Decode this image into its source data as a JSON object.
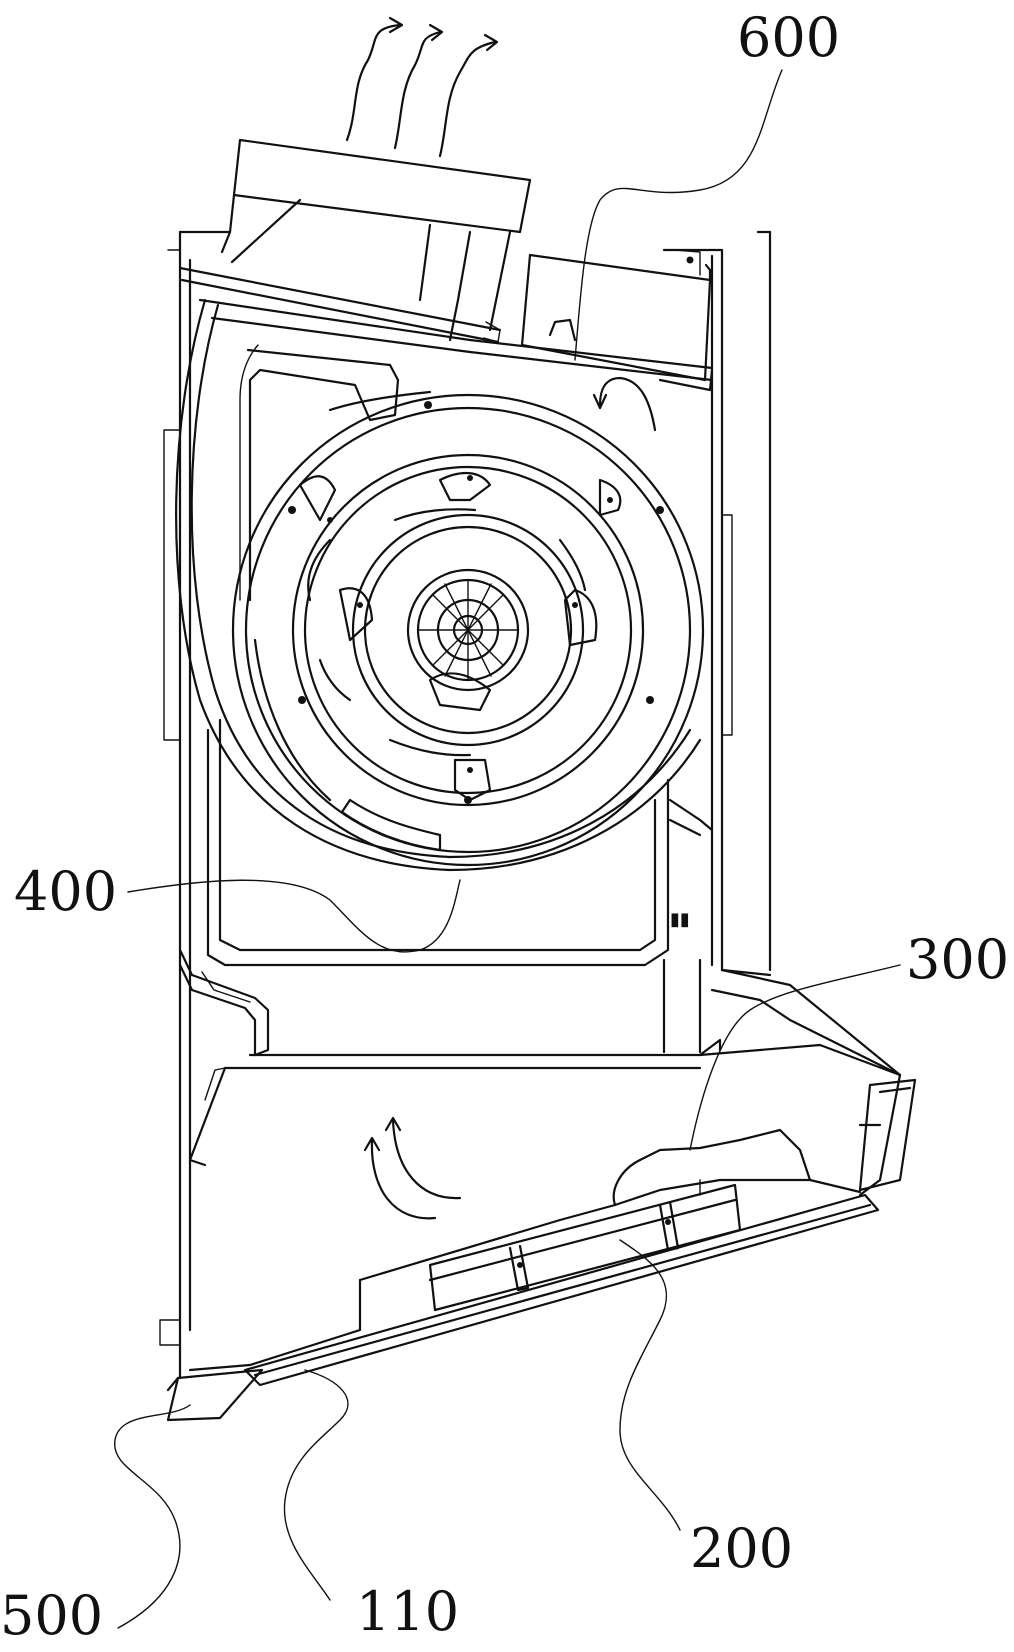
{
  "labels": {
    "l600": "600",
    "l400": "400",
    "l300": "300",
    "l500": "500",
    "l110": "110",
    "l200": "200"
  },
  "colors": {
    "line": "#111111",
    "background": "#ffffff"
  }
}
